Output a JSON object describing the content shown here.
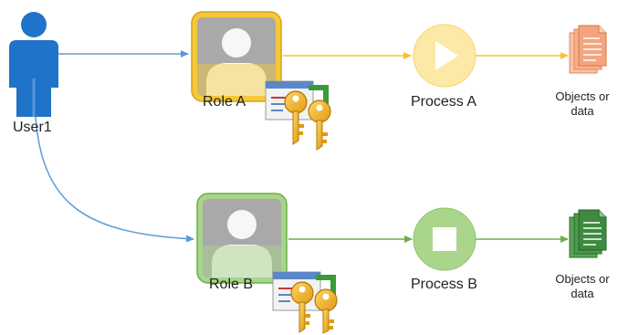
{
  "user": {
    "label": "User1",
    "icon": "user-icon",
    "color": "#1f73c8"
  },
  "roles": [
    {
      "label": "Role A",
      "icon": "role-avatar-icon",
      "keys_icon": "keys-certificate-icon",
      "color": "#f5c838",
      "fill": "#fbe9a8"
    },
    {
      "label": "Role B",
      "icon": "role-avatar-icon",
      "keys_icon": "keys-certificate-icon",
      "color": "#7cba59",
      "fill": "#d3ebc4"
    }
  ],
  "processes": [
    {
      "label": "Process A",
      "icon": "play-icon",
      "color": "#fde9a6"
    },
    {
      "label": "Process B",
      "icon": "stop-icon",
      "color": "#a9d68b"
    }
  ],
  "objects": [
    {
      "label_line1": "Objects or",
      "label_line2": "data",
      "icon": "documents-icon",
      "color": "#f4a57f"
    },
    {
      "label_line1": "Objects or",
      "label_line2": "data",
      "icon": "documents-icon",
      "color": "#3e8a3e"
    }
  ],
  "connector_colors": {
    "user": "#5b9bd5",
    "flow_a": "#f5c22e",
    "flow_b": "#6bb047"
  }
}
